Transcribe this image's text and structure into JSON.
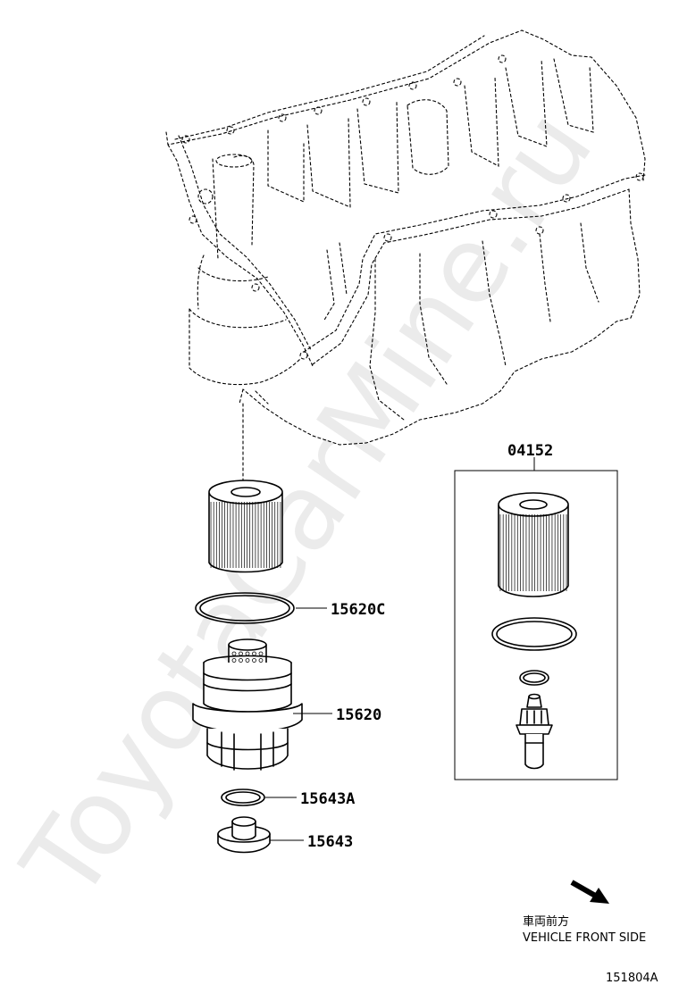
{
  "watermark": "ToyotaCarMine.ru",
  "parts": {
    "kit": "04152",
    "gasket": "15620C",
    "filter_cap": "15620",
    "plug_gasket": "15643A",
    "drain_plug": "15643"
  },
  "direction": {
    "japanese": "車両前方",
    "english": "VEHICLE FRONT SIDE"
  },
  "figure_id": "151804A"
}
